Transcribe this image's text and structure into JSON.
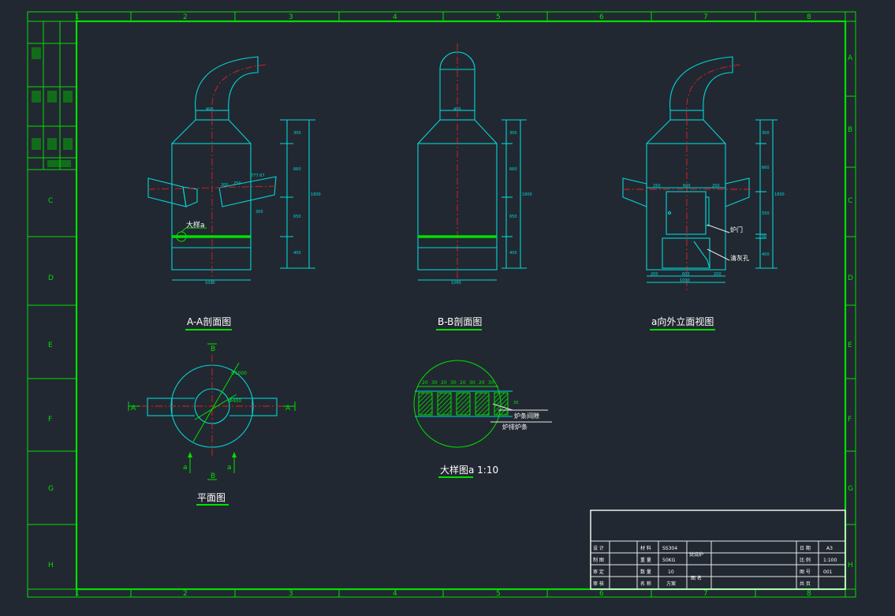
{
  "border": {
    "cols": [
      "1",
      "2",
      "3",
      "4",
      "5",
      "6",
      "7",
      "8"
    ],
    "rows": [
      "A",
      "B",
      "C",
      "D",
      "E",
      "F",
      "G",
      "H"
    ]
  },
  "views": {
    "aa": {
      "title": "A-A剖面图",
      "detail_callout": "大样a",
      "dims": {
        "top": "400",
        "bottom": "1000",
        "total": "1800",
        "v1": "300",
        "v2": "660",
        "v3": "650",
        "v4": "400",
        "inlet_w": "200",
        "inlet_len": "777.67",
        "inlet_h": "300",
        "n250": "250"
      }
    },
    "bb": {
      "title": "B-B剖面图",
      "dims": {
        "top": "400",
        "bottom": "1000",
        "total": "1800",
        "v1": "300",
        "v2": "660",
        "v3": "650",
        "v4": "400"
      }
    },
    "elev": {
      "title": "a向外立面视图",
      "door_label": "炉门",
      "ash_label": "清灰孔",
      "dims": {
        "top_l": "250",
        "top_m": "600",
        "top_r": "250",
        "bot_l": "200",
        "bot_m": "600",
        "bot_r": "200",
        "bottom": "1000",
        "total": "1800",
        "v1": "300",
        "v2": "660",
        "v3": "550",
        "v4": "50",
        "v5": "400"
      }
    },
    "plan": {
      "title": "平面图",
      "sec_a": "A",
      "sec_b": "B",
      "arrow_a": "a",
      "dia_outer": "Φ1000",
      "dia_inner": "Φ400"
    },
    "detail": {
      "title": "大样图a 1:10",
      "label1": "炉条间隙",
      "label2": "炉排炉条",
      "pitches": [
        "20",
        "30",
        "20",
        "30",
        "20",
        "30",
        "20",
        "30"
      ],
      "side_dim": "30"
    }
  },
  "title_block": {
    "rows": [
      {
        "k1": "设 计",
        "k2": "材 料",
        "v2": "SS304",
        "k3": "日 期",
        "v3": "A3"
      },
      {
        "k1": "制 图",
        "k2": "重 量",
        "v2": "50KG",
        "k3": "比 例",
        "v3": "1:100"
      },
      {
        "k1": "审 定",
        "k2": "数 量",
        "v2": "10",
        "k3": "图 号",
        "v3": "001"
      },
      {
        "k1": "审 核",
        "k2": "名 称",
        "v2": "方案",
        "k3": "共  页",
        "v3": ""
      }
    ],
    "product_name": "焚烧炉",
    "drawing_label": "图 名"
  }
}
